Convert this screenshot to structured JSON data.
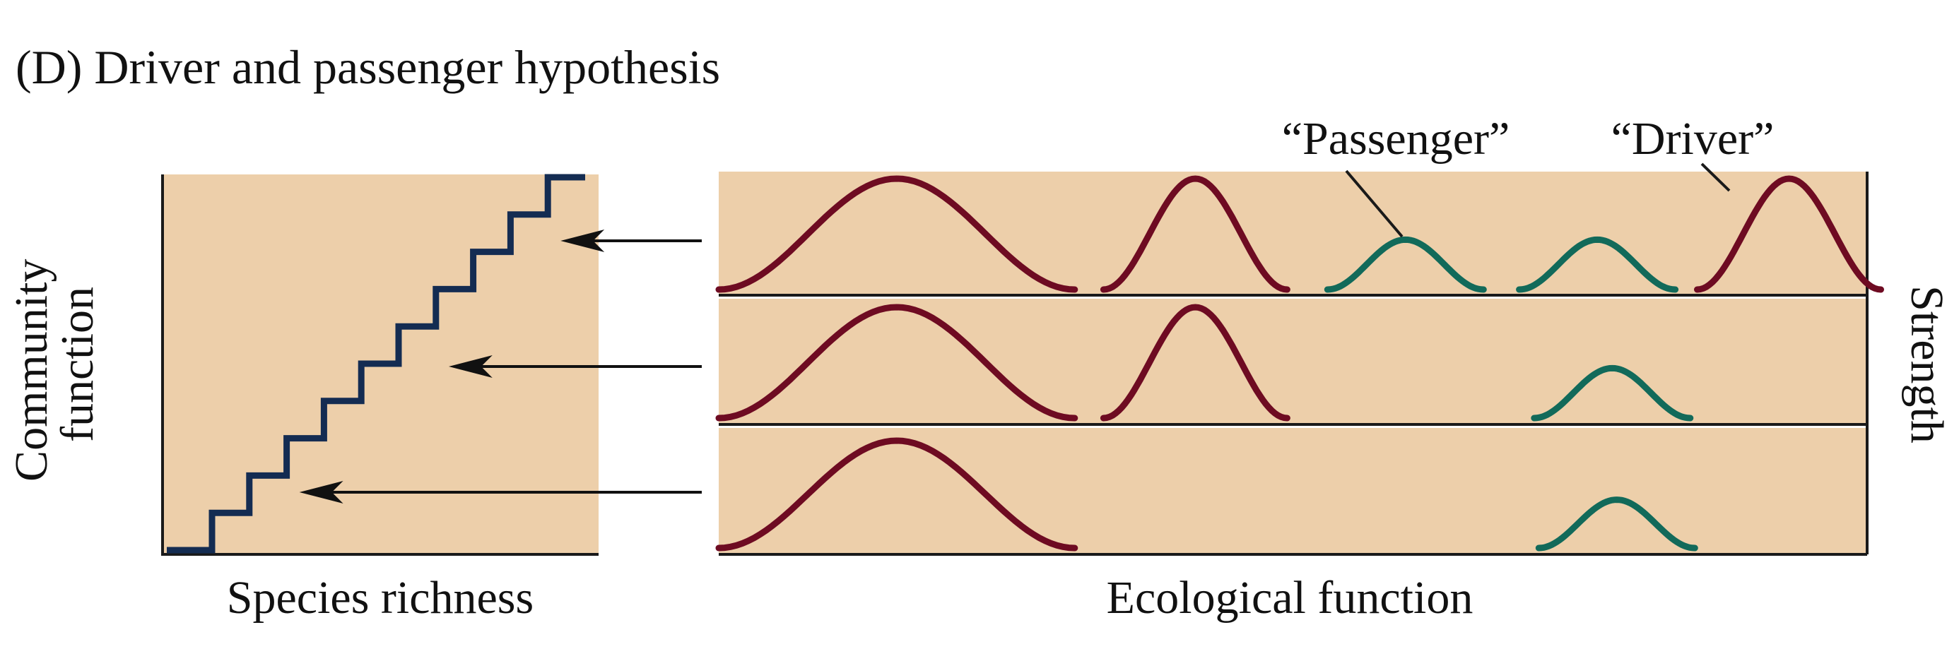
{
  "title": "(D)  Driver and passenger hypothesis",
  "left_panel": {
    "x_label": "Species richness",
    "y_label_line1": "Community",
    "y_label_line2": "function",
    "step_count": 10
  },
  "right_panel": {
    "x_label": "Ecological function",
    "y_label": "Strength",
    "callouts": {
      "passenger": "“Passenger”",
      "driver": "“Driver”"
    },
    "rows": [
      {
        "curves": [
          {
            "kind": "driver",
            "center": 0.155,
            "width": 0.155,
            "height": 1.0
          },
          {
            "kind": "driver",
            "center": 0.415,
            "width": 0.08,
            "height": 1.0
          },
          {
            "kind": "passenger",
            "center": 0.598,
            "width": 0.068,
            "height": 0.45
          },
          {
            "kind": "passenger",
            "center": 0.765,
            "width": 0.068,
            "height": 0.45
          },
          {
            "kind": "driver",
            "center": 0.932,
            "width": 0.08,
            "height": 1.0
          }
        ]
      },
      {
        "curves": [
          {
            "kind": "driver",
            "center": 0.155,
            "width": 0.155,
            "height": 1.0
          },
          {
            "kind": "driver",
            "center": 0.415,
            "width": 0.08,
            "height": 1.0
          },
          {
            "kind": "passenger",
            "center": 0.778,
            "width": 0.068,
            "height": 0.45
          }
        ]
      },
      {
        "curves": [
          {
            "kind": "driver",
            "center": 0.155,
            "width": 0.155,
            "height": 1.0
          },
          {
            "kind": "passenger",
            "center": 0.782,
            "width": 0.068,
            "height": 0.45
          }
        ]
      }
    ],
    "arrow_targets_step": [
      9,
      6,
      2
    ]
  },
  "colors": {
    "panel_fill": "#EDCFAA",
    "driver": "#6E0B22",
    "passenger": "#126A5A",
    "staircase": "#142C52",
    "axis": "#1A1A1A",
    "arrow": "#111111"
  }
}
